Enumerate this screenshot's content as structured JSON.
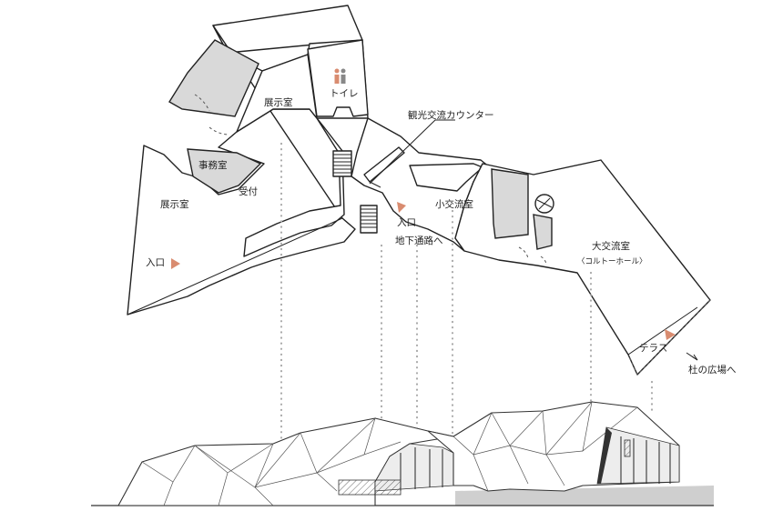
{
  "labels": {
    "exhibit_north": "展示室",
    "exhibit_west": "展示室",
    "office": "事務室",
    "reception": "受付",
    "toilet": "トイレ",
    "tourist_counter": "観光交流カウンター",
    "small_hall": "小交流室",
    "entrance_west": "入口",
    "entrance_center": "入口",
    "underground": "地下通路へ",
    "large_hall": "大交流室",
    "large_hall_sub": "〈コルトーホール〉",
    "terrace": "テラス",
    "plaza": "杜の広場へ"
  },
  "colors": {
    "accent_arrow": "#d98c70",
    "room_fill": "#d9d9d9",
    "line": "#222222"
  },
  "icons": {
    "toilet": "toilet-icon",
    "entrance": "triangle-arrow-icon"
  }
}
